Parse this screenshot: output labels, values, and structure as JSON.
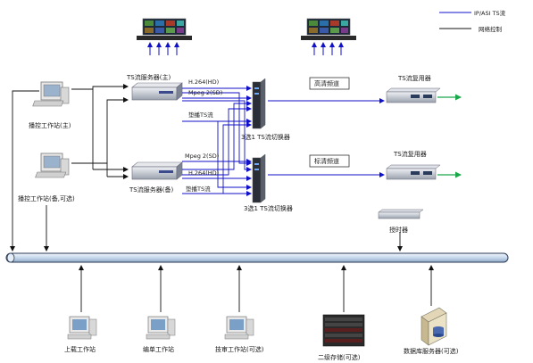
{
  "legend": {
    "ts_stream": "IP/ASI TS流",
    "network_control": "网络控制"
  },
  "colors": {
    "ts_line": "#1010c8",
    "ctrl_line": "#111111",
    "bus_fill": "#d6e4f2",
    "bus_stroke": "#2a3a56",
    "output_arrow": "#1aa84a"
  },
  "workstations": {
    "main": "播控工作站(主)",
    "backup": "播控工作站(备,可选)"
  },
  "servers": {
    "main": "TS流服务器(主)",
    "backup": "TS流服务器(备)"
  },
  "streams": {
    "h264_hd_top": "H.264(HD)",
    "mpeg2_sd_top": "Mpeg 2(SD)",
    "filler_top": "垫播TS流",
    "mpeg2_sd_bottom": "Mpeg 2(SD)",
    "h264_hd_bottom": "H.264(HD)",
    "filler_bottom": "垫播TS流"
  },
  "switchers": {
    "top": "3选1 TS流切换器",
    "bottom": "3选1 TS流切换器"
  },
  "channels": {
    "hd": "高清频道",
    "sd": "标清频道"
  },
  "muxers": {
    "top": "TS流复用器",
    "bottom": "TS流复用器"
  },
  "timer": "授时器",
  "bottom_nodes": {
    "upload": "上载工作站",
    "edit": "编单工作站",
    "review": "技审工作站(可选)",
    "storage": "二级存储(可选)",
    "database": "数据库服务器(可选)"
  },
  "icons": [
    "monitor-wall-icon",
    "workstation-icon",
    "server-icon",
    "switcher-icon",
    "muxer-icon",
    "storage-rack-icon",
    "database-server-icon"
  ]
}
